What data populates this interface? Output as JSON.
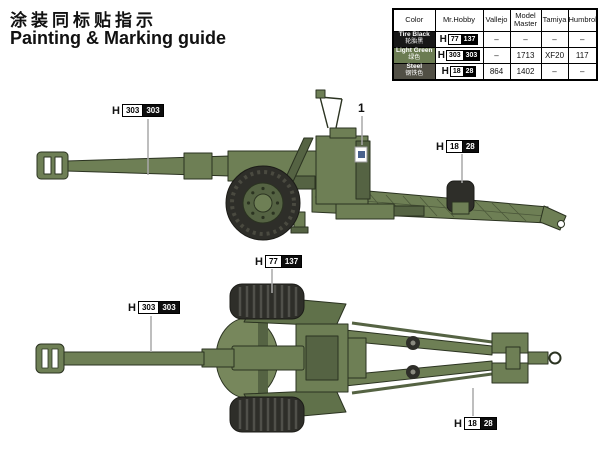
{
  "header": {
    "title_zh": "涂装同标贴指示",
    "title_en": "Painting & Marking guide"
  },
  "paint_table": {
    "columns": [
      "Color",
      "Mr.Hobby",
      "Vallejo",
      "Model Master",
      "Tamiya",
      "Humbrol"
    ],
    "rows": [
      {
        "name_en": "Tire Black",
        "name_zh": "轮胎黑",
        "swatch": "#181818",
        "text_color": "#ffffff",
        "hobby_prefix": "H",
        "hobby_a": "77",
        "hobby_b": "137",
        "vallejo": "–",
        "model_master": "–",
        "tamiya": "–",
        "humbrol": "–"
      },
      {
        "name_en": "Light Green",
        "name_zh": "绿色",
        "swatch": "#6b7c52",
        "text_color": "#ffffff",
        "hobby_prefix": "H",
        "hobby_a": "303",
        "hobby_b": "303",
        "vallejo": "–",
        "model_master": "1713",
        "tamiya": "XF20",
        "humbrol": "117"
      },
      {
        "name_en": "Steel",
        "name_zh": "钢铁色",
        "swatch": "#514f45",
        "text_color": "#ffffff",
        "hobby_prefix": "H",
        "hobby_a": "18",
        "hobby_b": "28",
        "vallejo": "864",
        "model_master": "1402",
        "tamiya": "–",
        "humbrol": "–"
      }
    ]
  },
  "callouts": {
    "side_barrel": {
      "prefix": "H",
      "a": "303",
      "b": "303"
    },
    "side_decal": {
      "number": "1"
    },
    "side_spade": {
      "prefix": "H",
      "a": "18",
      "b": "28"
    },
    "top_wheel": {
      "prefix": "H",
      "a": "77",
      "b": "137"
    },
    "top_barrel": {
      "prefix": "H",
      "a": "303",
      "b": "303"
    },
    "top_trail_pad": {
      "prefix": "H",
      "a": "18",
      "b": "28"
    }
  },
  "colors": {
    "gun_green": "#6e7f55",
    "gun_green_light": "#77875c",
    "gun_green_dark": "#556343",
    "outline": "#2b3321",
    "tire_black": "#2e2e29",
    "leader_gray": "#a9a9a9",
    "table_border": "#000000"
  }
}
